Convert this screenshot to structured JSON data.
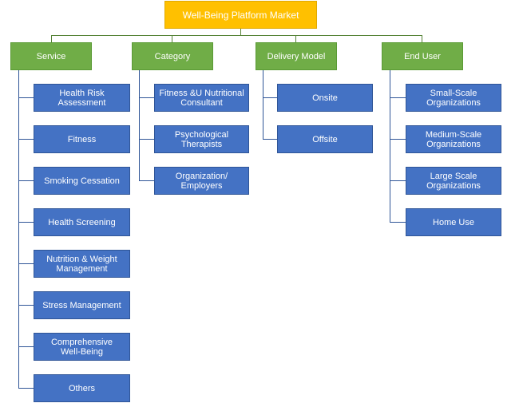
{
  "root": {
    "label": "Well-Being Platform Market"
  },
  "categories": [
    {
      "label": "Service",
      "children": [
        "Health Risk\nAssessment",
        "Fitness",
        "Smoking Cessation",
        "Health Screening",
        "Nutrition & Weight\nManagement",
        "Stress Management",
        "Comprehensive\nWell-Being",
        "Others"
      ]
    },
    {
      "label": "Category",
      "children": [
        "Fitness &U Nutritional\nConsultant",
        "Psychological\nTherapists",
        "Organization/\nEmployers"
      ]
    },
    {
      "label": "Delivery Model",
      "children": [
        "Onsite",
        "Offsite"
      ]
    },
    {
      "label": "End User",
      "children": [
        "Small-Scale\nOrganizations",
        "Medium-Scale\nOrganizations",
        "Large Scale\nOrganizations",
        "Home Use"
      ]
    }
  ],
  "colors": {
    "root": "#FFC000",
    "category": "#70AD47",
    "leaf": "#4472C4"
  }
}
